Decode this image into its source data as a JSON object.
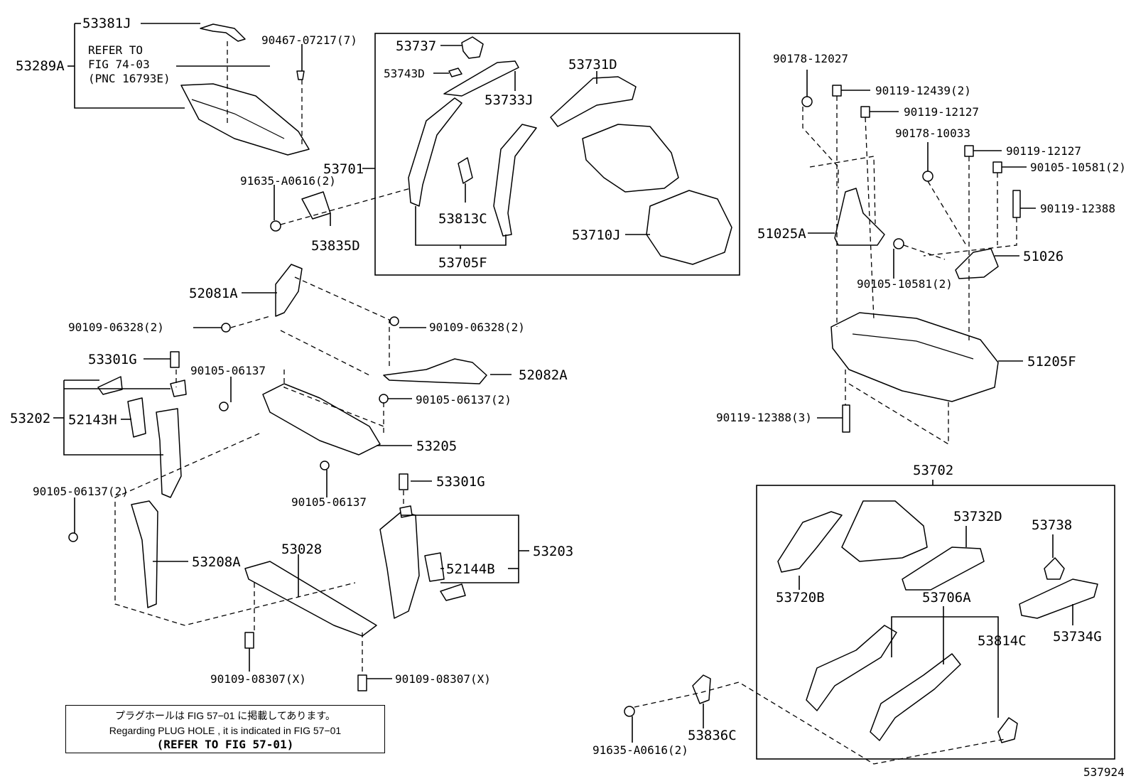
{
  "diagram_id": "537924",
  "refer_note": {
    "line1": "REFER TO",
    "line2": "FIG 74-03",
    "line3": "(PNC 16793E)"
  },
  "footnote": {
    "japanese": "プラグホールは FIG 57−01 に掲載してあります。",
    "english": "Regarding  PLUG HOLE , it is indicated in FIG 57−01",
    "refer": "(REFER TO FIG 57-01)"
  },
  "labels": {
    "p53381J": "53381J",
    "p53289A": "53289A",
    "p90467": "90467-07217(7)",
    "p53737": "53737",
    "p53743D": "53743D",
    "p53733J": "53733J",
    "p53731D": "53731D",
    "p53701": "53701",
    "p91635a": "91635-A0616(2)",
    "p53835D": "53835D",
    "p53813C": "53813C",
    "p53705F": "53705F",
    "p53710J": "53710J",
    "p52081A": "52081A",
    "p90109a": "90109-06328(2)",
    "p90109b": "90109-06328(2)",
    "p53301Ga": "53301G",
    "p90105a": "90105-06137",
    "p52082A": "52082A",
    "p90105b": "90105-06137(2)",
    "p53202": "53202",
    "p52143H": "52143H",
    "p53205": "53205",
    "p90105c": "90105-06137(2)",
    "p90105d": "90105-06137",
    "p53301Gb": "53301G",
    "p53208A": "53208A",
    "p53028": "53028",
    "p53203": "53203",
    "p52144B": "52144B",
    "p90109c": "90109-08307(X)",
    "p90109d": "90109-08307(X)",
    "p90178a": "90178-12027",
    "p90119a": "90119-12439(2)",
    "p90119b": "90119-12127",
    "p90178b": "90178-10033",
    "p90119c": "90119-12127",
    "p90105e": "90105-10581(2)",
    "p90119d": "90119-12388",
    "p51025A": "51025A",
    "p51026": "51026",
    "p90105f": "90105-10581(2)",
    "p51205F": "51205F",
    "p90119e": "90119-12388(3)",
    "p53702": "53702",
    "p53732D": "53732D",
    "p53738": "53738",
    "p53720B": "53720B",
    "p53706A": "53706A",
    "p53814C": "53814C",
    "p53734G": "53734G",
    "p91635b": "91635-A0616(2)",
    "p53836C": "53836C"
  }
}
